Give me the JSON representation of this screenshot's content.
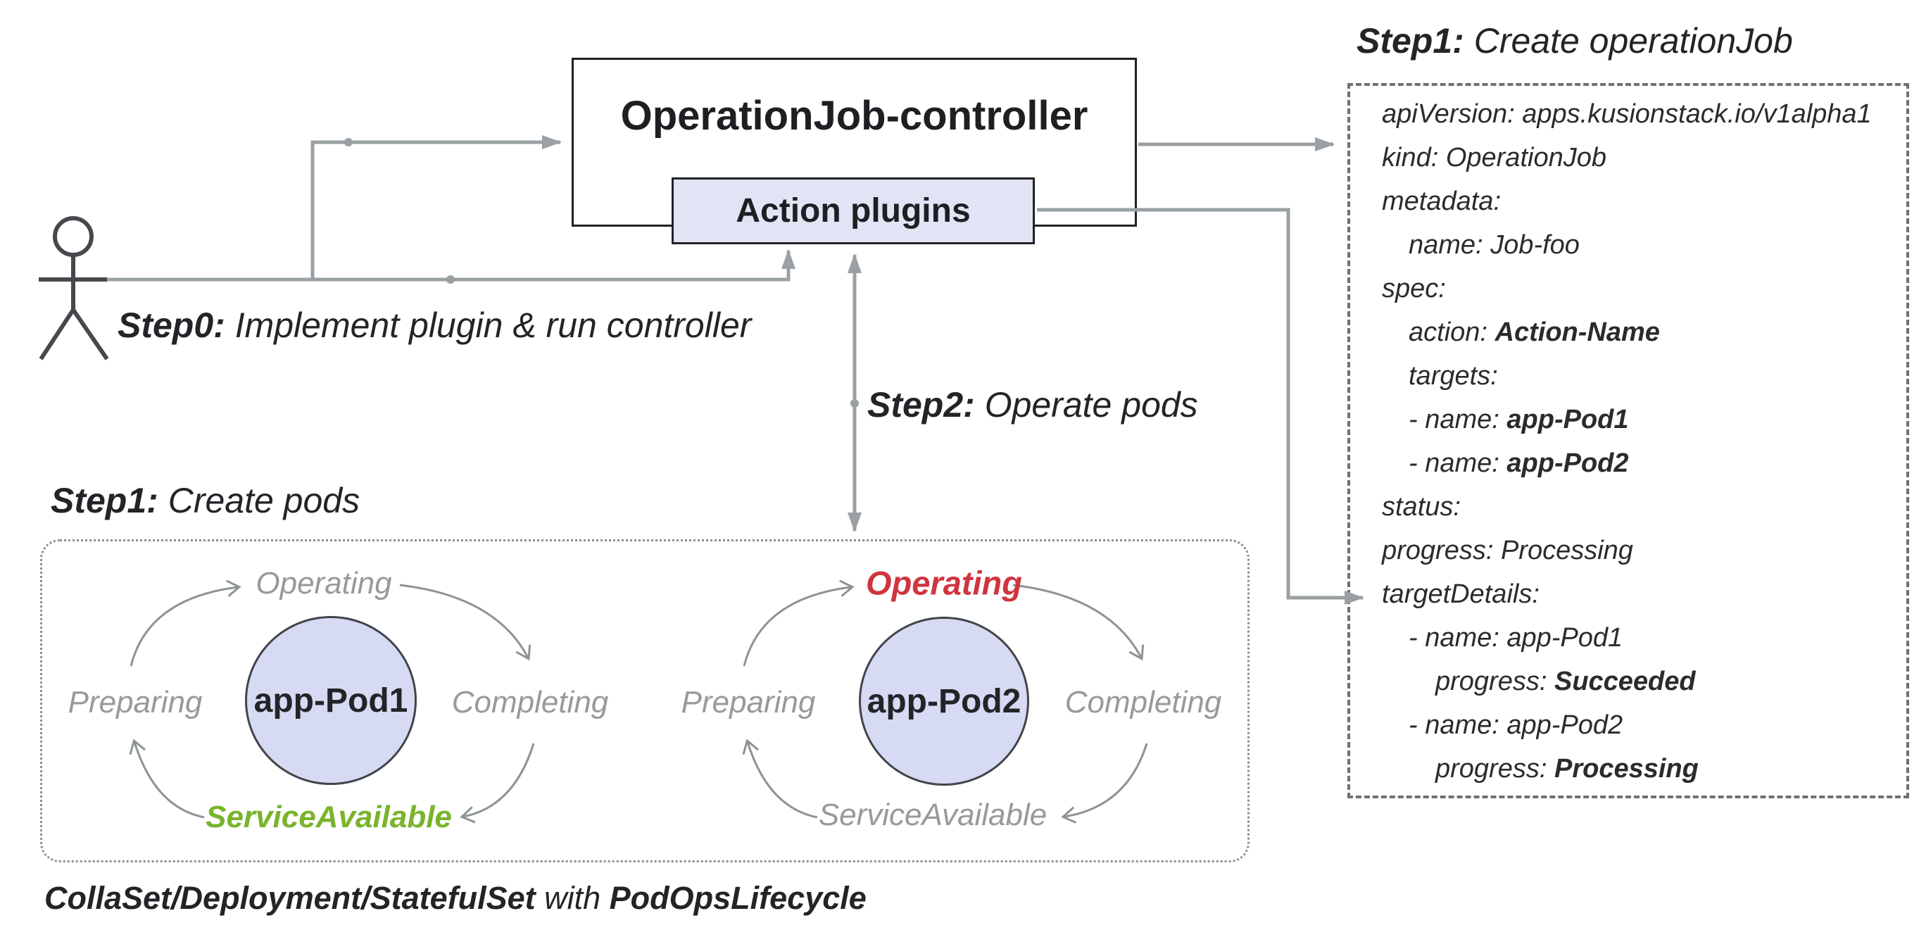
{
  "colors": {
    "pod_fill": "#d7daf3",
    "plugins_fill": "#e2e4f6",
    "connector_gray": "#9aa0a3",
    "arc_gray": "#8d9396",
    "label_gray": "#97999c",
    "highlight_red": "#d0343f",
    "highlight_green": "#7ab32c",
    "text_dark": "#232428"
  },
  "controller": {
    "title": "OperationJob-controller",
    "plugins_label": "Action plugins"
  },
  "step0": {
    "bold": "Step0:",
    "rest": " Implement plugin & run controller"
  },
  "step2": {
    "bold": "Step2:",
    "rest": " Operate pods"
  },
  "pods_section": {
    "title_bold": "Step1:",
    "title_rest": " Create pods",
    "caption_part1": "CollaSet/Deployment/StatefulSet",
    "caption_part2": " with ",
    "caption_part3": "PodOpsLifecycle",
    "pod1": {
      "name": "app-Pod1",
      "operating": "Operating",
      "preparing": "Preparing",
      "completing": "Completing",
      "service_available": "ServiceAvailable"
    },
    "pod2": {
      "name": "app-Pod2",
      "operating": "Operating",
      "preparing": "Preparing",
      "completing": "Completing",
      "service_available": "ServiceAvailable"
    }
  },
  "yaml_section": {
    "title_bold": "Step1:",
    "title_rest": " Create operationJob",
    "lines": [
      {
        "prefix": "apiVersion: apps.kusionstack.io/v1alpha1",
        "bold": ""
      },
      {
        "prefix": "kind: OperationJob",
        "bold": ""
      },
      {
        "prefix": "metadata:",
        "bold": ""
      },
      {
        "prefix": "name: Job-foo",
        "bold": ""
      },
      {
        "prefix": "spec:",
        "bold": ""
      },
      {
        "prefix": "action: ",
        "bold": "Action-Name"
      },
      {
        "prefix": "targets:",
        "bold": ""
      },
      {
        "prefix": "- name: ",
        "bold": "app-Pod1"
      },
      {
        "prefix": "- name: ",
        "bold": "app-Pod2"
      },
      {
        "prefix": "status:",
        "bold": ""
      },
      {
        "prefix": "progress: Processing",
        "bold": ""
      },
      {
        "prefix": "targetDetails:",
        "bold": ""
      },
      {
        "prefix": "- name: app-Pod1",
        "bold": ""
      },
      {
        "prefix": "progress: ",
        "bold": "Succeeded"
      },
      {
        "prefix": "- name: app-Pod2",
        "bold": ""
      },
      {
        "prefix": "progress: ",
        "bold": "Processing"
      }
    ]
  }
}
